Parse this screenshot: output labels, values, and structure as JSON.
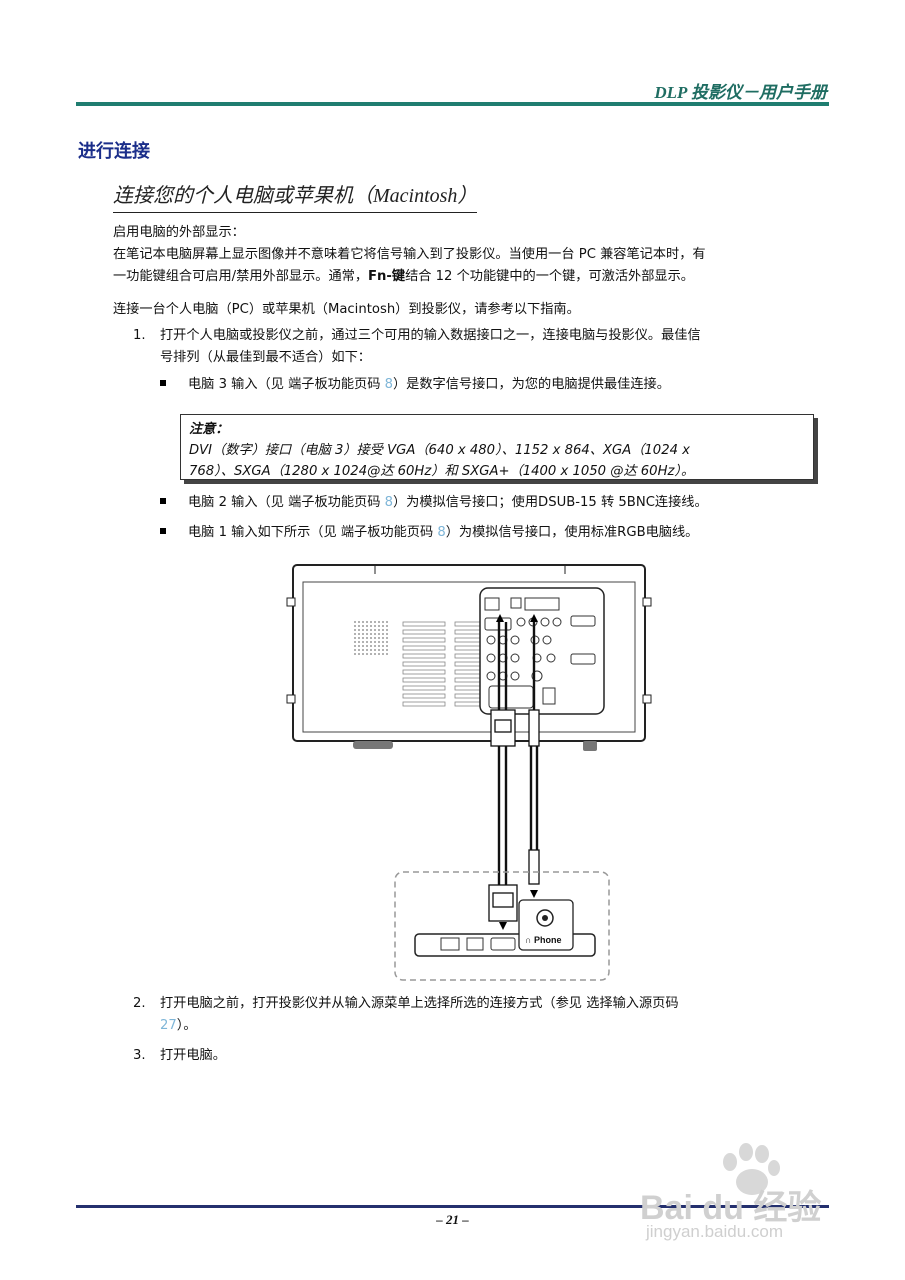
{
  "header": {
    "title": "DLP 投影仪－用户手册"
  },
  "section": {
    "title": "进行连接",
    "subtitle": "连接您的个人电脑或苹果机（Macintosh）"
  },
  "intro": {
    "line1": "启用电脑的外部显示：",
    "line2": "在笔记本电脑屏幕上显示图像并不意味着它将信号输入到了投影仪。当使用一台 PC 兼容笔记本时，有",
    "line3a": "一功能键组合可启用/禁用外部显示。通常，",
    "line3b": "Fn-键",
    "line3c": "结合 12 个功能键中的一个键，可激活外部显示。",
    "guide": "连接一台个人电脑（PC）或苹果机（Macintosh）到投影仪，请参考以下指南。"
  },
  "steps": [
    {
      "num": "1.",
      "line1": "打开个人电脑或投影仪之前，通过三个可用的输入数据接口之一，连接电脑与投影仪。最佳信",
      "line2": "号排列（从最佳到最不适合）如下："
    },
    {
      "num": "2.",
      "line1": "打开电脑之前，打开投影仪并从输入源菜单上选择所选的连接方式（参见 选择输入源页码",
      "link": "27",
      "tail": "）。"
    },
    {
      "num": "3.",
      "line1": "打开电脑。"
    }
  ],
  "bullets": [
    {
      "pre": "电脑 3 输入（见 端子板功能页码 ",
      "link": "8",
      "post": "）是数字信号接口，为您的电脑提供最佳连接。"
    },
    {
      "pre": "电脑 2 输入（见 端子板功能页码 ",
      "link": "8",
      "post": "）为模拟信号接口；使用DSUB-15 转 5BNC连接线。"
    },
    {
      "pre": "电脑 1 输入如下所示（见 端子板功能页码 ",
      "link": "8",
      "post": "）为模拟信号接口，使用标准RGB电脑线。"
    }
  ],
  "note": {
    "title": "注意：",
    "line1": "DVI（数字）接口（电脑 3）接受 VGA（640 x 480）、1152 x 864、XGA（1024 x",
    "line2": "768）、SXGA（1280 x 1024@达 60Hz）和 SXGA+（1400 x 1050 @达 60Hz）。"
  },
  "diagram": {
    "phone_label": "Phone"
  },
  "footer": {
    "page": "– 21 –"
  },
  "watermark": {
    "brand": "Bai du 经验",
    "url": "jingyan.baidu.com"
  }
}
